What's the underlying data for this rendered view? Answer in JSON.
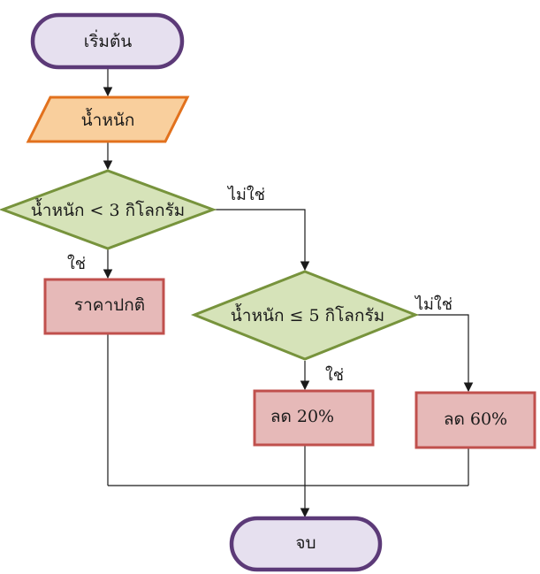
{
  "nodes": {
    "start": {
      "label": "เริ่มต้น",
      "fill": "#e6e0ef",
      "stroke": "#5c3a78"
    },
    "input_weight": {
      "label": "น้ำหนัก",
      "fill": "#f9cf9d",
      "stroke": "#e2711d"
    },
    "decision_1": {
      "label": "น้ำหนัก < 3 กิโลกรัม",
      "fill": "#d6e3b9",
      "stroke": "#77933c"
    },
    "normal_price": {
      "label": "ราคาปกติ",
      "fill": "#e6b9b8",
      "stroke": "#c0504d"
    },
    "decision_2": {
      "label": "น้ำหนัก ≤ 5 กิโลกรัม",
      "fill": "#d6e3b9",
      "stroke": "#77933c"
    },
    "discount_20": {
      "label": "ลด 20%",
      "fill": "#e6b9b8",
      "stroke": "#c0504d"
    },
    "discount_60": {
      "label": "ลด 60%",
      "fill": "#e6b9b8",
      "stroke": "#c0504d"
    },
    "end": {
      "label": "จบ",
      "fill": "#e6e0ef",
      "stroke": "#5c3a78"
    }
  },
  "edges": {
    "d1_no": "ไม่ใช่",
    "d1_yes": "ใช่",
    "d2_yes": "ใช่",
    "d2_no": "ไม่ใช่"
  }
}
